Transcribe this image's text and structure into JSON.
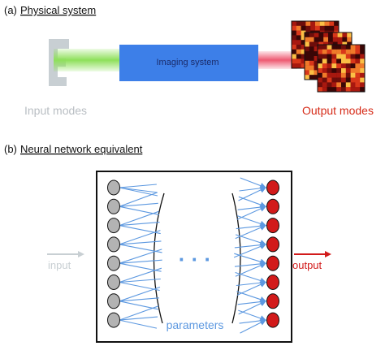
{
  "panel_a": {
    "prefix": "(a)",
    "title": "Physical system",
    "box_label": "Imaging system",
    "input_label": "Input modes",
    "output_label": "Output modes"
  },
  "panel_b": {
    "prefix": "(b)",
    "title": "Neural network equivalent",
    "input_label": "input",
    "output_label": "output",
    "ellipsis": "· · ·",
    "params_label": "parameters"
  },
  "colors": {
    "box_blue": "#3d7fe8",
    "green_beam": "#8ee05a",
    "red_beam": "#ee5a72",
    "grey_text": "#b9bec3",
    "red_text": "#d62b18",
    "arrow_blue": "#5c98e0",
    "node_grey": "#b3b3b3",
    "node_red": "#d21a1a",
    "input_glyph": "#c8cfd3"
  },
  "icons": {
    "input_glyph": "letter-F-mode-icon",
    "output_stack": "speckle-pattern-stack-icon"
  }
}
